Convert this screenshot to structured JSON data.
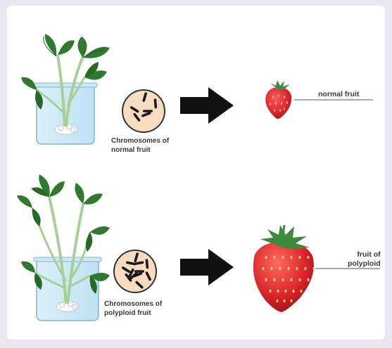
{
  "rows": [
    {
      "chromosome_label": [
        "Chromosomes of",
        "normal fruit"
      ],
      "fruit_label": "normal fruit",
      "chromosome_count": 6,
      "fruit_size": "small"
    },
    {
      "chromosome_label": [
        "Chromosomes of",
        "polyploid fruit"
      ],
      "fruit_label": [
        "fruit of",
        "polyploid"
      ],
      "chromosome_count": 12,
      "fruit_size": "large"
    }
  ],
  "colors": {
    "leaf": "#2f7a2f",
    "leaf_dark": "#1f5a1f",
    "stem": "#bcd8a8",
    "beaker": "#bfe3f5",
    "cell_fill": "#f7dcc0",
    "chromosome": "#1a1a1a",
    "arrow": "#111111",
    "strawberry": "#d8222a",
    "strawberry_dark": "#a8151b",
    "seed": "#f4d77a",
    "calyx": "#3c8a3c"
  }
}
